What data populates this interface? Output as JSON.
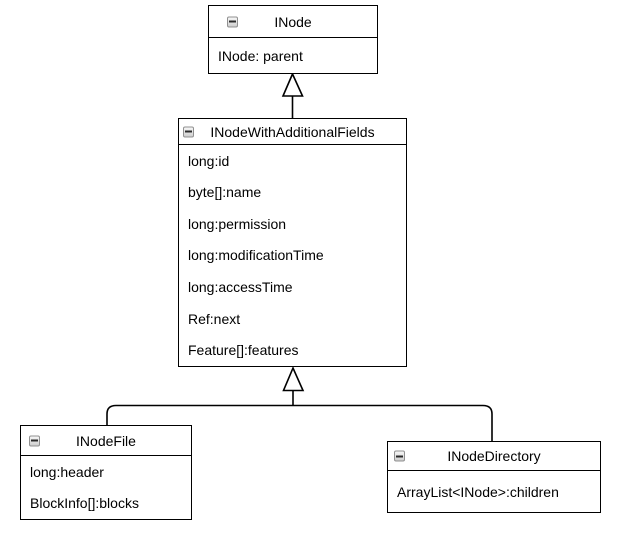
{
  "diagram": {
    "type": "uml-class-diagram",
    "colors": {
      "line": "#000000",
      "background": "#ffffff",
      "icon_background": "#e3e3e3",
      "icon_border": "#909090"
    },
    "icons": {
      "collapse": "minus"
    },
    "classes": [
      {
        "title": "INode",
        "fields": [
          "INode: parent"
        ]
      },
      {
        "title": "INodeWithAdditionalFields",
        "fields": [
          "long:id",
          "byte[]:name",
          "long:permission",
          "long:modificationTime",
          "long:accessTime",
          "Ref:next",
          "Feature[]:features"
        ]
      },
      {
        "title": "INodeFile",
        "fields": [
          "long:header",
          "BlockInfo[]:blocks"
        ]
      },
      {
        "title": "INodeDirectory",
        "fields": [
          "ArrayList<INode>:children"
        ]
      }
    ],
    "relations": [
      {
        "from": "INodeWithAdditionalFields",
        "to": "INode",
        "type": "generalization"
      },
      {
        "from": "INodeFile",
        "to": "INodeWithAdditionalFields",
        "type": "generalization"
      },
      {
        "from": "INodeDirectory",
        "to": "INodeWithAdditionalFields",
        "type": "generalization"
      }
    ]
  }
}
